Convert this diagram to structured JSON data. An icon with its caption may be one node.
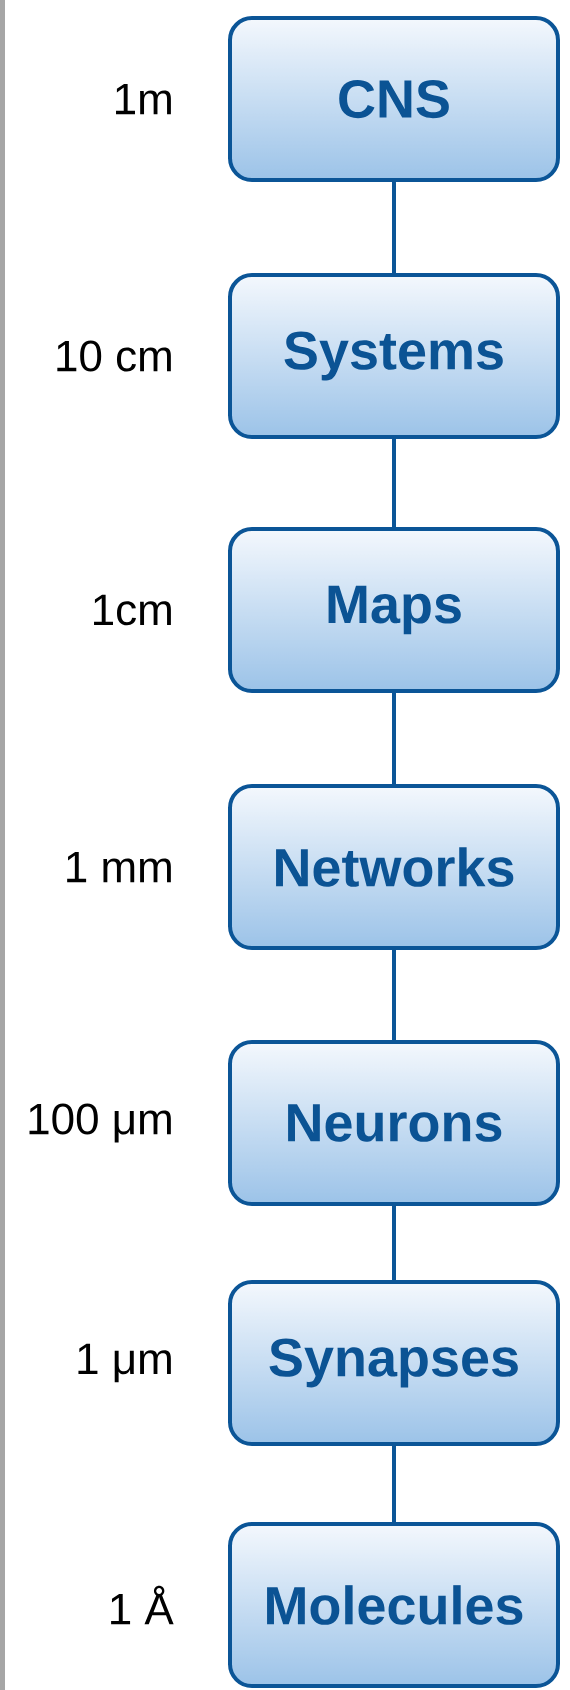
{
  "diagram": {
    "nodes": [
      {
        "text": [
          "CNS"
        ],
        "beside": [
          "1m"
        ]
      },
      {
        "text": [
          "Systems"
        ],
        "beside": [
          "10 cm"
        ]
      },
      {
        "text": [
          "Maps"
        ],
        "beside": [
          "1cm"
        ]
      },
      {
        "text": [
          "Networks"
        ],
        "beside": [
          "1 mm"
        ]
      },
      {
        "text": [
          "Neurons"
        ],
        "beside": [
          "100 μm"
        ]
      },
      {
        "text": [
          "Synapses"
        ],
        "beside": [
          "1 μm"
        ]
      },
      {
        "text": [
          "Molecules"
        ],
        "beside": [
          "1 Å"
        ]
      }
    ],
    "edges": [
      {
        "from": 0,
        "to": 1,
        "arrow": "none"
      },
      {
        "from": 1,
        "to": 2,
        "arrow": "none"
      },
      {
        "from": 2,
        "to": 3,
        "arrow": "none"
      },
      {
        "from": 3,
        "to": 4,
        "arrow": "none"
      },
      {
        "from": 4,
        "to": 5,
        "arrow": "none"
      },
      {
        "from": 5,
        "to": 6,
        "arrow": "none"
      }
    ]
  }
}
